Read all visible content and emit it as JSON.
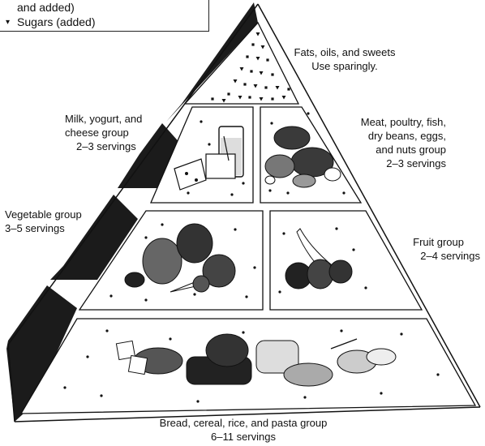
{
  "legend": {
    "items": [
      {
        "text": "and added)",
        "marker": ""
      },
      {
        "text": "Sugars (added)",
        "marker": "▾"
      }
    ]
  },
  "tiers": {
    "fats": {
      "name": "Fats, oils, and sweets",
      "note": "Use sparingly."
    },
    "milk": {
      "name1": "Milk, yogurt, and",
      "name2": "cheese group",
      "servings": "2–3 servings"
    },
    "meat": {
      "name1": "Meat, poultry, fish,",
      "name2": "dry beans, eggs,",
      "name3": "and nuts group",
      "servings": "2–3 servings"
    },
    "vegetable": {
      "name": "Vegetable group",
      "servings": "3–5 servings"
    },
    "fruit": {
      "name": "Fruit group",
      "servings": "2–4 servings"
    },
    "bread": {
      "name": "Bread, cereal, rice, and pasta group",
      "servings": "6–11 servings"
    }
  },
  "colors": {
    "ink": "#111111",
    "shadow": "#1a1a1a",
    "food": "#444444"
  }
}
